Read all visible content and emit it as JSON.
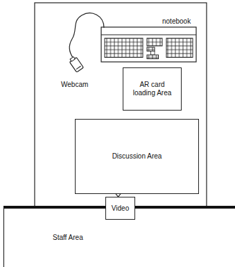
{
  "diagram": {
    "nodes": [
      {
        "text": [
          "AR card loading Area"
        ]
      },
      {
        "text": [
          "Discussion Area"
        ]
      },
      {
        "text": [
          "Video"
        ]
      },
      {
        "text": [
          "Staff Area"
        ]
      }
    ],
    "labels": [
      "notebook",
      "Webcam"
    ]
  }
}
